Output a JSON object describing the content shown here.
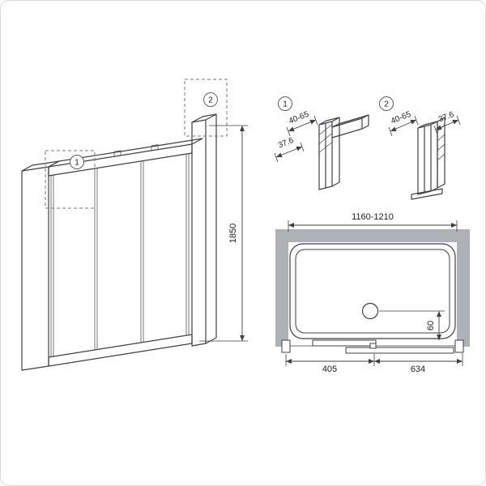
{
  "colors": {
    "line": "#3f3f44",
    "dim_text": "#1d1d21",
    "wall_fill": "#aeb1b5",
    "canvas_border": "#d9d9d9",
    "background": "#ffffff"
  },
  "iso_view": {
    "callout_1": "1",
    "callout_2": "2",
    "height": "1850"
  },
  "detail_1": {
    "callout": "1",
    "dim_range": "40-65",
    "dim_width": "37.6"
  },
  "detail_2": {
    "callout": "2",
    "dim_range": "40-65",
    "dim_width": "37.6"
  },
  "plan_view": {
    "width_range": "1160-1210",
    "drain_offset": "60",
    "dim_left": "405",
    "dim_right": "634"
  }
}
